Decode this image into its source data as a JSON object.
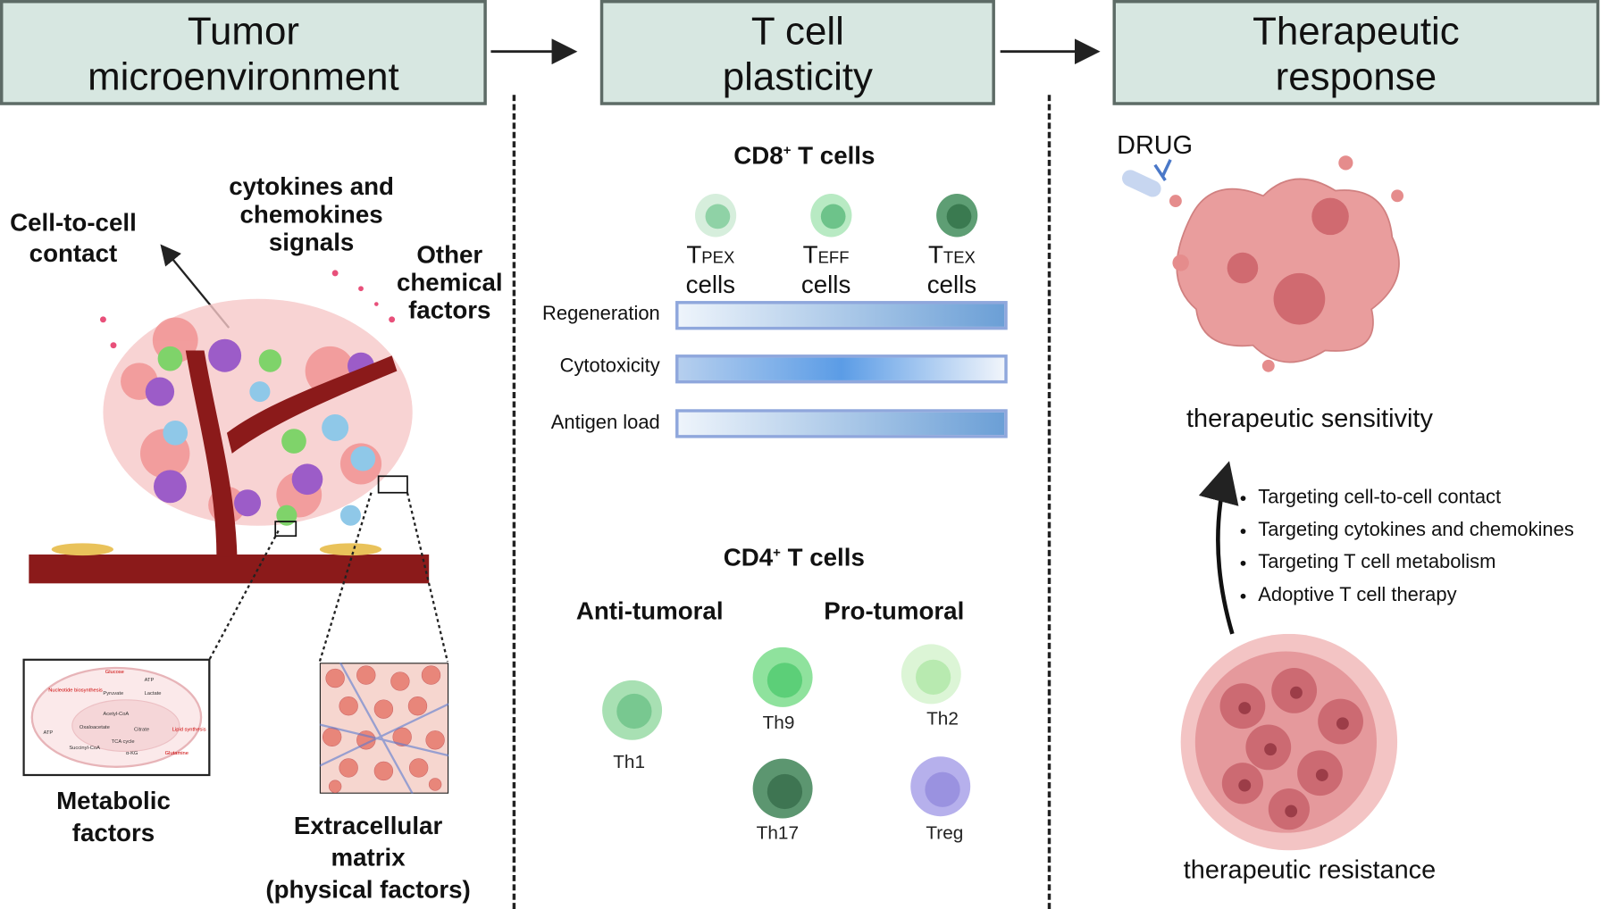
{
  "headers": [
    "Tumor\nmicroenvironment",
    "T cell\nplasticity",
    "Therapeutic\nresponse"
  ],
  "tme": {
    "cell_contact": "Cell-to-cell\ncontact",
    "cytokines": "cytokines and\nchemokines\nsignals",
    "other": "Other\nchemical\nfactors",
    "metabolic": "Metabolic\nfactors",
    "ecm": "Extracellular\nmatrix\n(physical factors)",
    "metabolism_labels": [
      "Glucose",
      "ATP",
      "Nucleotide biosynthesis",
      "Pyruvate",
      "Lactate",
      "Acetyl-CoA",
      "Oxaloacetate",
      "Citrate",
      "TCA cycle",
      "Lipid synthesis",
      "ATP",
      "Succinyl-CoA",
      "α-KG",
      "Glutamine"
    ]
  },
  "cd8": {
    "title": "CD8",
    "sup": "+",
    "title_rest": " T cells",
    "cells": [
      {
        "t": "T",
        "sub": "PEX",
        "line2": "cells",
        "color": "#9ed8b0"
      },
      {
        "t": "T",
        "sub": "EFF",
        "line2": "cells",
        "color": "#7fd39c"
      },
      {
        "t": "T",
        "sub": "TEX",
        "line2": "cells",
        "color": "#3f8a5a"
      }
    ],
    "bars": [
      {
        "label": "Regeneration",
        "trend": "increasing"
      },
      {
        "label": "Cytotoxicity",
        "trend": "peak-middle"
      },
      {
        "label": "Antigen load",
        "trend": "increasing"
      }
    ]
  },
  "cd4": {
    "title": "CD4",
    "sup": "+",
    "title_rest": " T cells",
    "anti": "Anti-tumoral",
    "pro": "Pro-tumoral",
    "cells": [
      "Th1",
      "Th9",
      "Th2",
      "Th17",
      "Treg"
    ]
  },
  "therapy": {
    "drug": "DRUG",
    "sensitivity": "therapeutic sensitivity",
    "resistance": "therapeutic resistance",
    "bullets": [
      "Targeting cell-to-cell contact",
      "Targeting cytokines and chemokines",
      "Targeting T cell metabolism",
      "Adoptive T cell therapy"
    ]
  }
}
